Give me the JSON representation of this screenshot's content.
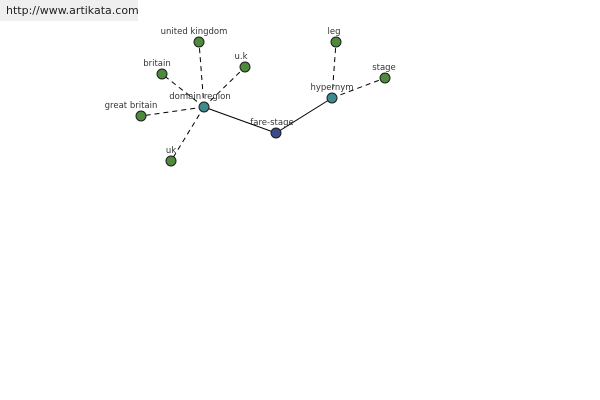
{
  "site_url": "http://www.artikata.com",
  "colors": {
    "center": "#3a4a8a",
    "hub": "#3f8a8e",
    "leaf": "#4e8a3e",
    "banner_bg": "#efefef"
  },
  "nodes": {
    "fare_stage": {
      "label": "fare-stage",
      "kind": "center"
    },
    "domain_region": {
      "label": "domain region",
      "kind": "hub"
    },
    "hypernym": {
      "label": "hypernym",
      "kind": "hub"
    },
    "united_kingdom": {
      "label": "united kingdom",
      "kind": "leaf"
    },
    "britain": {
      "label": "britain",
      "kind": "leaf"
    },
    "u_k": {
      "label": "u.k",
      "kind": "leaf"
    },
    "great_britain": {
      "label": "great britain",
      "kind": "leaf"
    },
    "uk": {
      "label": "uk",
      "kind": "leaf"
    },
    "leg": {
      "label": "leg",
      "kind": "leaf"
    },
    "stage": {
      "label": "stage",
      "kind": "leaf"
    }
  },
  "edges": [
    {
      "from": "fare_stage",
      "to": "domain_region",
      "style": "solid"
    },
    {
      "from": "fare_stage",
      "to": "hypernym",
      "style": "solid"
    },
    {
      "from": "domain_region",
      "to": "united_kingdom",
      "style": "dashed"
    },
    {
      "from": "domain_region",
      "to": "britain",
      "style": "dashed"
    },
    {
      "from": "domain_region",
      "to": "u_k",
      "style": "dashed"
    },
    {
      "from": "domain_region",
      "to": "great_britain",
      "style": "dashed"
    },
    {
      "from": "domain_region",
      "to": "uk",
      "style": "dashed"
    },
    {
      "from": "hypernym",
      "to": "leg",
      "style": "dashed"
    },
    {
      "from": "hypernym",
      "to": "stage",
      "style": "dashed"
    }
  ]
}
